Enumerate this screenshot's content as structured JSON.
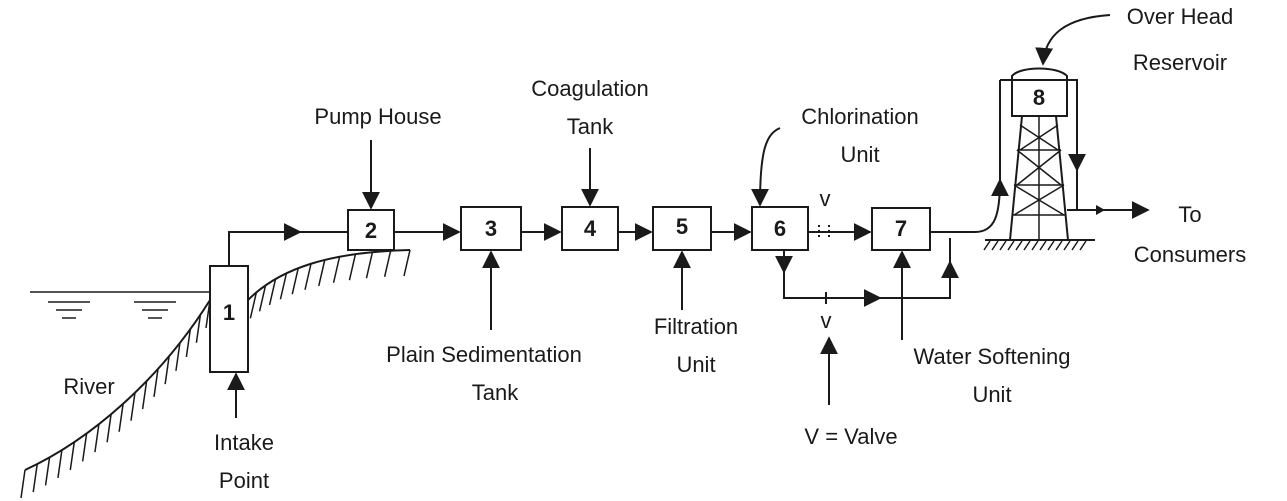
{
  "units": [
    {
      "number": "1",
      "label_lines": [
        "Intake",
        "Point"
      ]
    },
    {
      "number": "2",
      "label_lines": [
        "Pump House"
      ]
    },
    {
      "number": "3",
      "label_lines": [
        "Plain Sedimentation",
        "Tank"
      ]
    },
    {
      "number": "4",
      "label_lines": [
        "Coagulation",
        "Tank"
      ]
    },
    {
      "number": "5",
      "label_lines": [
        "Filtration",
        "Unit"
      ]
    },
    {
      "number": "6",
      "label_lines": [
        "Chlorination",
        "Unit"
      ]
    },
    {
      "number": "7",
      "label_lines": [
        "Water Softening",
        "Unit"
      ]
    },
    {
      "number": "8",
      "label_lines": [
        "Over Head",
        "Reservoir"
      ]
    }
  ],
  "river_label": "River",
  "consumers_label_lines": [
    "To",
    "Consumers"
  ],
  "valve_marker": "v",
  "valve_legend": "V = Valve"
}
